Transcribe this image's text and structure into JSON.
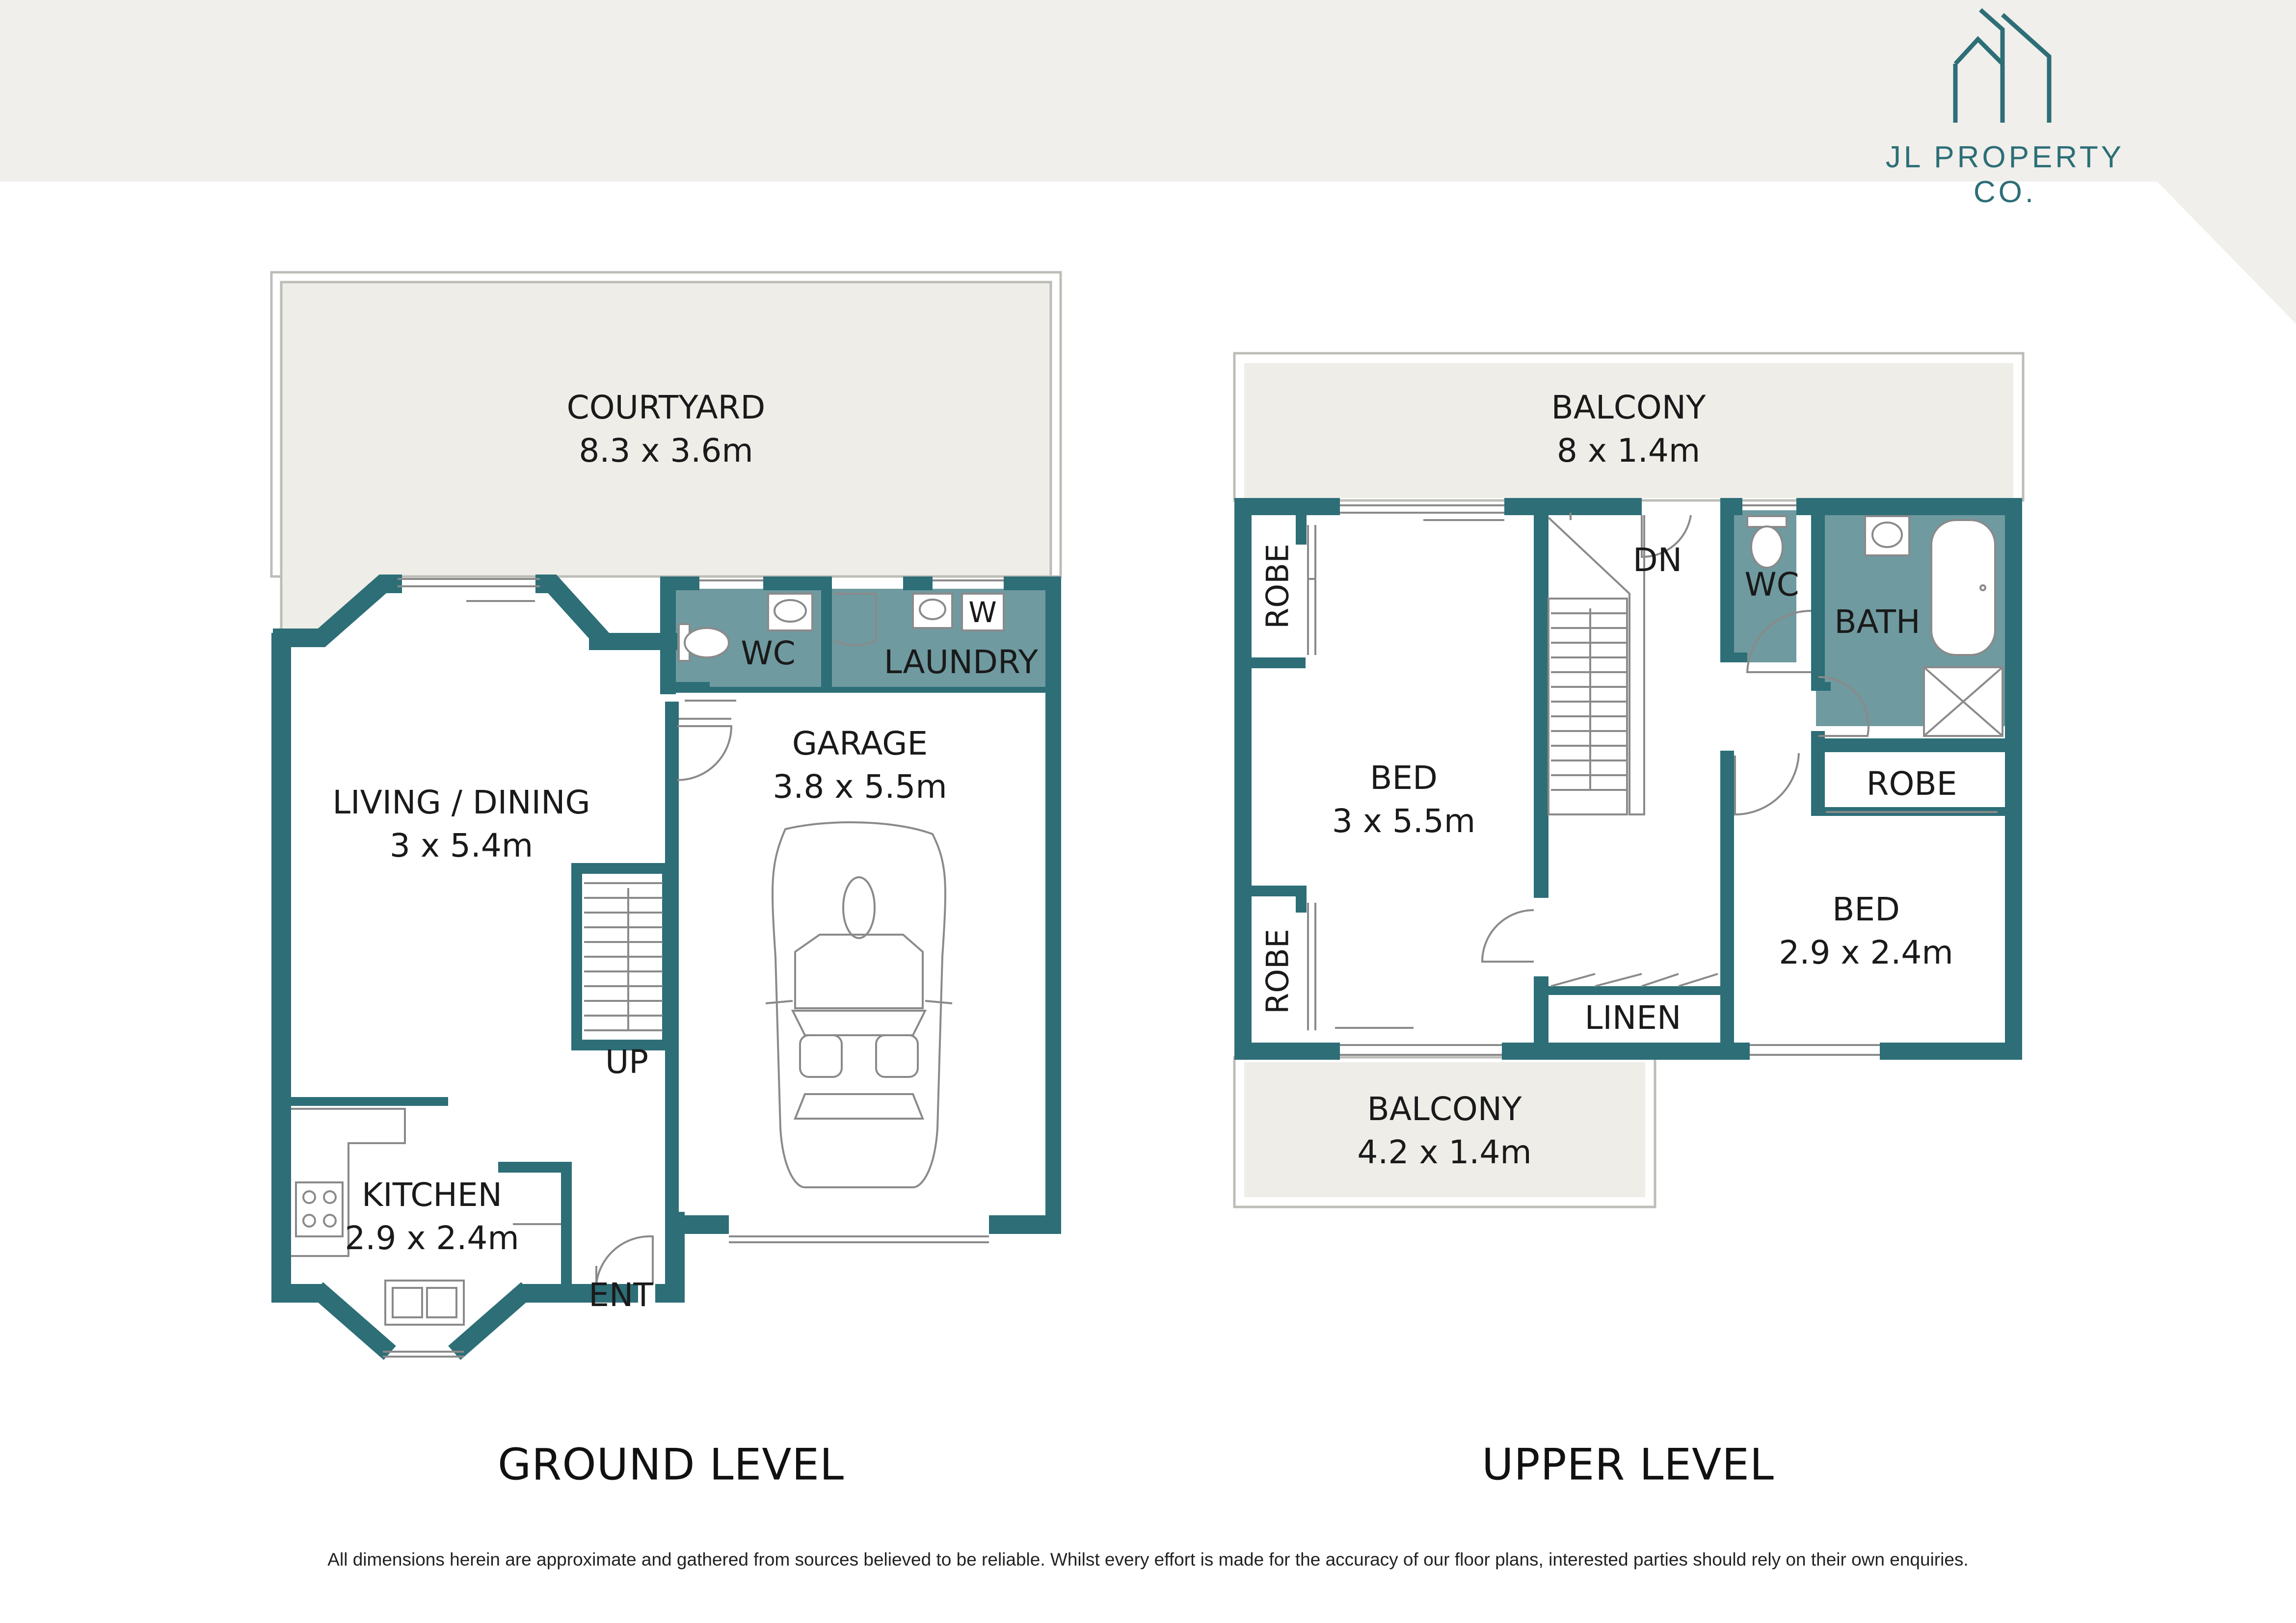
{
  "brand": {
    "name": "JL PROPERTY CO.",
    "color": "#2d6e77"
  },
  "colors": {
    "wall": "#2d6e77",
    "outdoor": "#eeede8",
    "wet_area": "#6f9aa0",
    "header_bg": "#f0efeb"
  },
  "icons": [
    "logo-house-lines-icon",
    "toilet-icon",
    "basin-icon",
    "bath-icon",
    "shower-icon",
    "cooktop-icon",
    "sink-icon",
    "car-icon",
    "stairs-icon",
    "door-swing-icon"
  ],
  "ground_level": {
    "title": "GROUND LEVEL",
    "rooms": {
      "courtyard": {
        "name": "COURTYARD",
        "size": "8.3 x 3.6m"
      },
      "living": {
        "name": "LIVING / DINING",
        "size": "3 x 5.4m"
      },
      "wc": {
        "name": "WC"
      },
      "laundry": {
        "name": "LAUNDRY",
        "washer": "W"
      },
      "garage": {
        "name": "GARAGE",
        "size": "3.8 x 5.5m"
      },
      "kitchen": {
        "name": "KITCHEN",
        "size": "2.9 x 2.4m"
      }
    },
    "stairs": "UP",
    "entry": "ENT"
  },
  "upper_level": {
    "title": "UPPER LEVEL",
    "rooms": {
      "balcony_top": {
        "name": "BALCONY",
        "size": "8 x 1.4m"
      },
      "robe_1": {
        "name": "ROBE"
      },
      "robe_2": {
        "name": "ROBE"
      },
      "bed_1": {
        "name": "BED",
        "size": "3 x 5.5m"
      },
      "wc": {
        "name": "WC"
      },
      "bath": {
        "name": "BATH"
      },
      "robe_3": {
        "name": "ROBE"
      },
      "bed_2": {
        "name": "BED",
        "size": "2.9 x 2.4m"
      },
      "linen": {
        "name": "LINEN"
      },
      "balcony_bottom": {
        "name": "BALCONY",
        "size": "4.2 x 1.4m"
      }
    },
    "stairs": "DN"
  },
  "disclaimer": "All dimensions herein are approximate and gathered from sources believed to be reliable. Whilst every effort is made for the accuracy of our floor plans, interested parties should rely on their own enquiries."
}
